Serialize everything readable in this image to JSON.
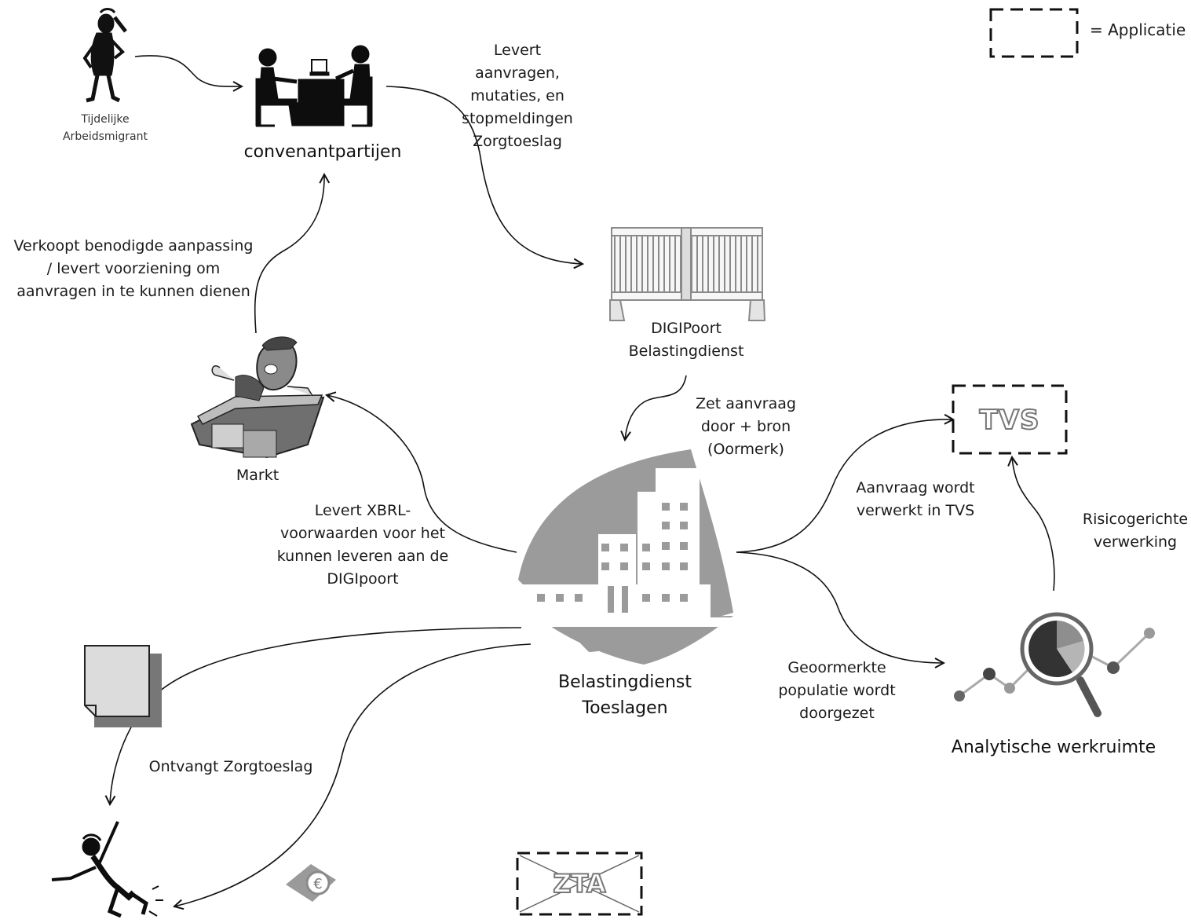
{
  "legend": {
    "label": "= Applicatie"
  },
  "nodes": {
    "migrant": {
      "label": "Tijdelijke\nArbeidsmigrant"
    },
    "convenant": {
      "label": "convenantpartijen"
    },
    "digipoort": {
      "label": "DIGIPoort\nBelastingdienst"
    },
    "markt": {
      "label": "Markt"
    },
    "toeslagen": {
      "label": "Belastingdienst\nToeslagen"
    },
    "tvs": {
      "label": "TVS"
    },
    "analytisch": {
      "label": "Analytische werkruimte"
    },
    "zta": {
      "label": "ZTA"
    }
  },
  "edges": {
    "levert_aanvragen": "Levert\naanvragen,\nmutaties, en\nstopmeldingen\nZorgtoeslag",
    "verkoopt": "Verkoopt benodigde aanpassing\n/ levert voorziening om\naanvragen in te  kunnen dienen",
    "zet_aanvraag": "Zet aanvraag\ndoor + bron\n(Oormerk)",
    "levert_xbrl": "Levert XBRL-\nvoorwaarden voor het\nkunnen leveren aan de\nDIGIpoort",
    "aanvraag_tvs": "Aanvraag wordt\nverwerkt in TVS",
    "risicogericht": "Risicogerichte\nverwerking",
    "geoormerkt": "Geoormerkte\npopulatie wordt\ndoorgezet",
    "ontvangt": "Ontvangt Zorgtoeslag"
  }
}
